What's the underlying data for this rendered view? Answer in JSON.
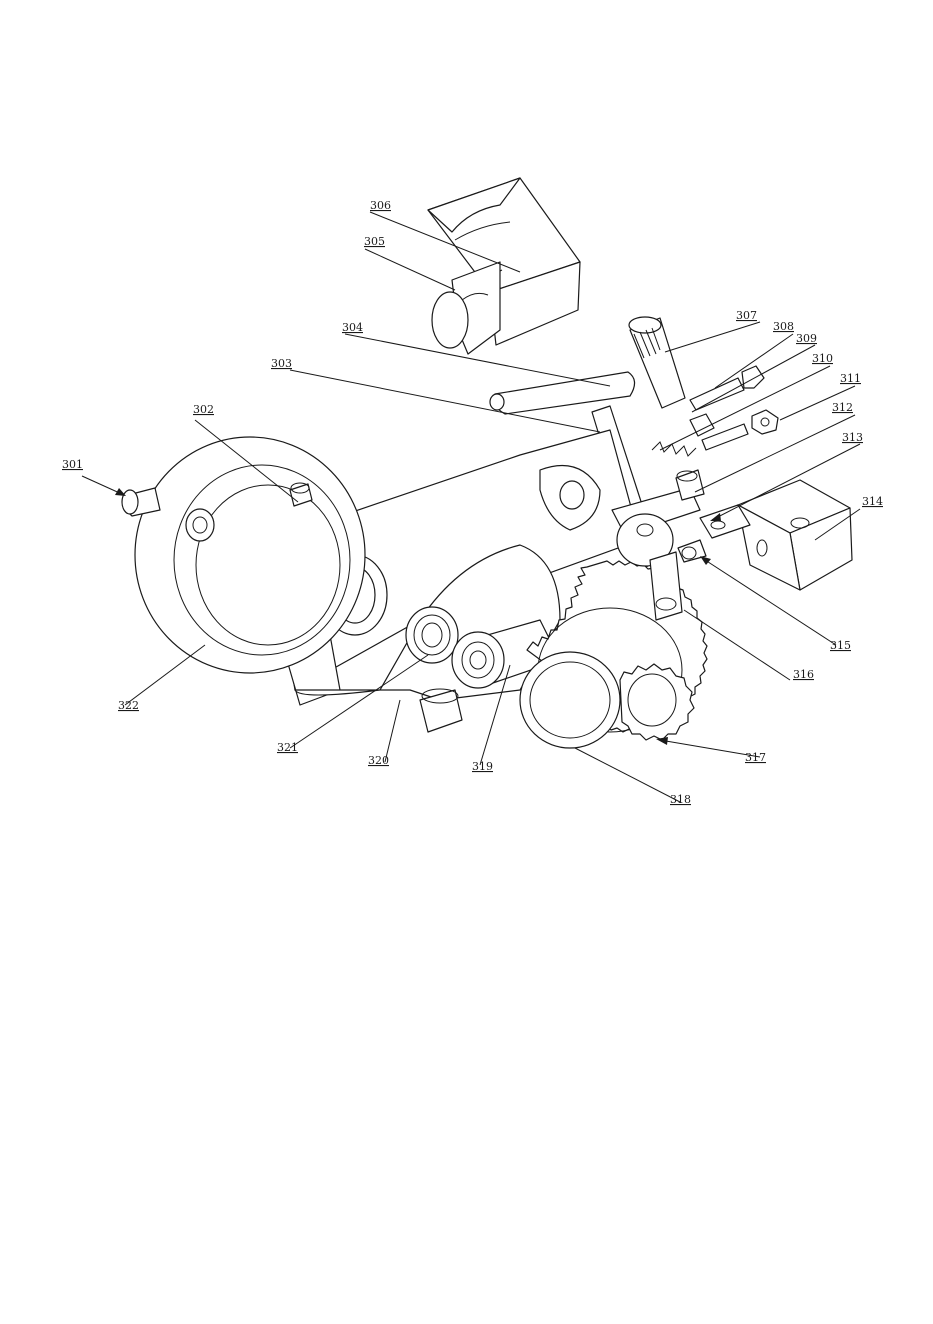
{
  "labels": {
    "p301": "301",
    "p302": "302",
    "p303": "303",
    "p304": "304",
    "p305": "305",
    "p306": "306",
    "p307": "307",
    "p308": "308",
    "p309": "309",
    "p310": "310",
    "p311": "311",
    "p312": "312",
    "p313": "313",
    "p314": "314",
    "p315": "315",
    "p316": "316",
    "p317": "317",
    "p318": "318",
    "p319": "319",
    "p320": "320",
    "p321": "321",
    "p322": "322"
  },
  "colors": {
    "ink": "#1a1a1a",
    "paper": "#ffffff"
  }
}
